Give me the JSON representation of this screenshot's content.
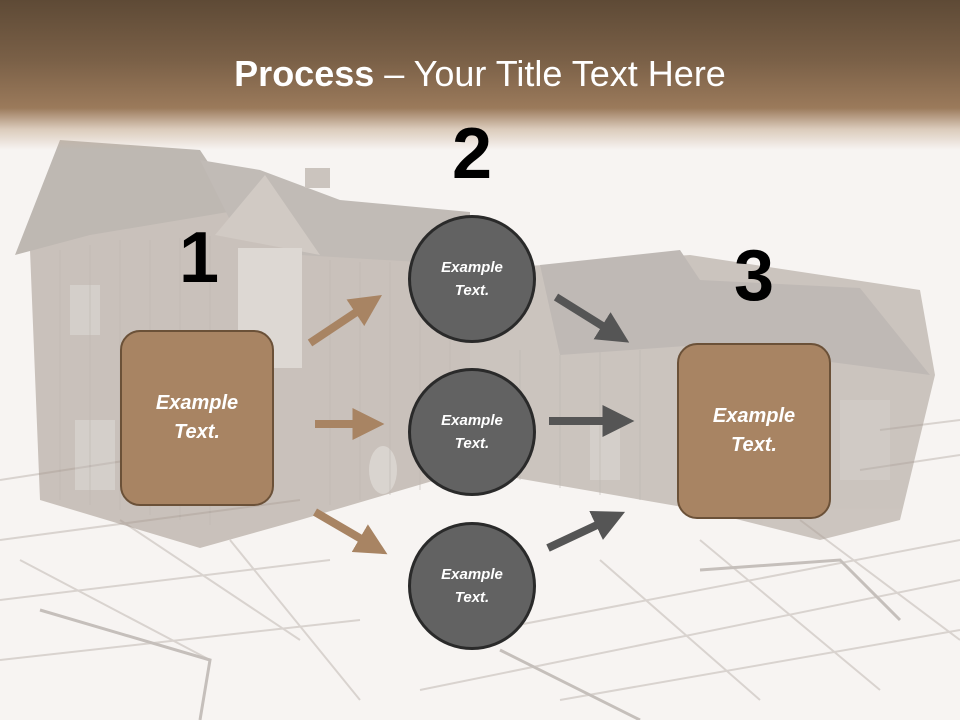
{
  "slide": {
    "title_bold": "Process",
    "title_rest": " – Your Title Text Here"
  },
  "steps": {
    "step1": {
      "number": "1",
      "label": "Example\nText."
    },
    "step2": {
      "number": "2",
      "circles": [
        {
          "label": "Example\nText."
        },
        {
          "label": "Example\nText."
        },
        {
          "label": "Example\nText."
        }
      ]
    },
    "step3": {
      "number": "3",
      "label": "Example\nText."
    }
  },
  "colors": {
    "brown_box": "#a88463",
    "gray_circle": "#626262",
    "brown_arrow": "#a88463",
    "gray_arrow": "#555555"
  }
}
